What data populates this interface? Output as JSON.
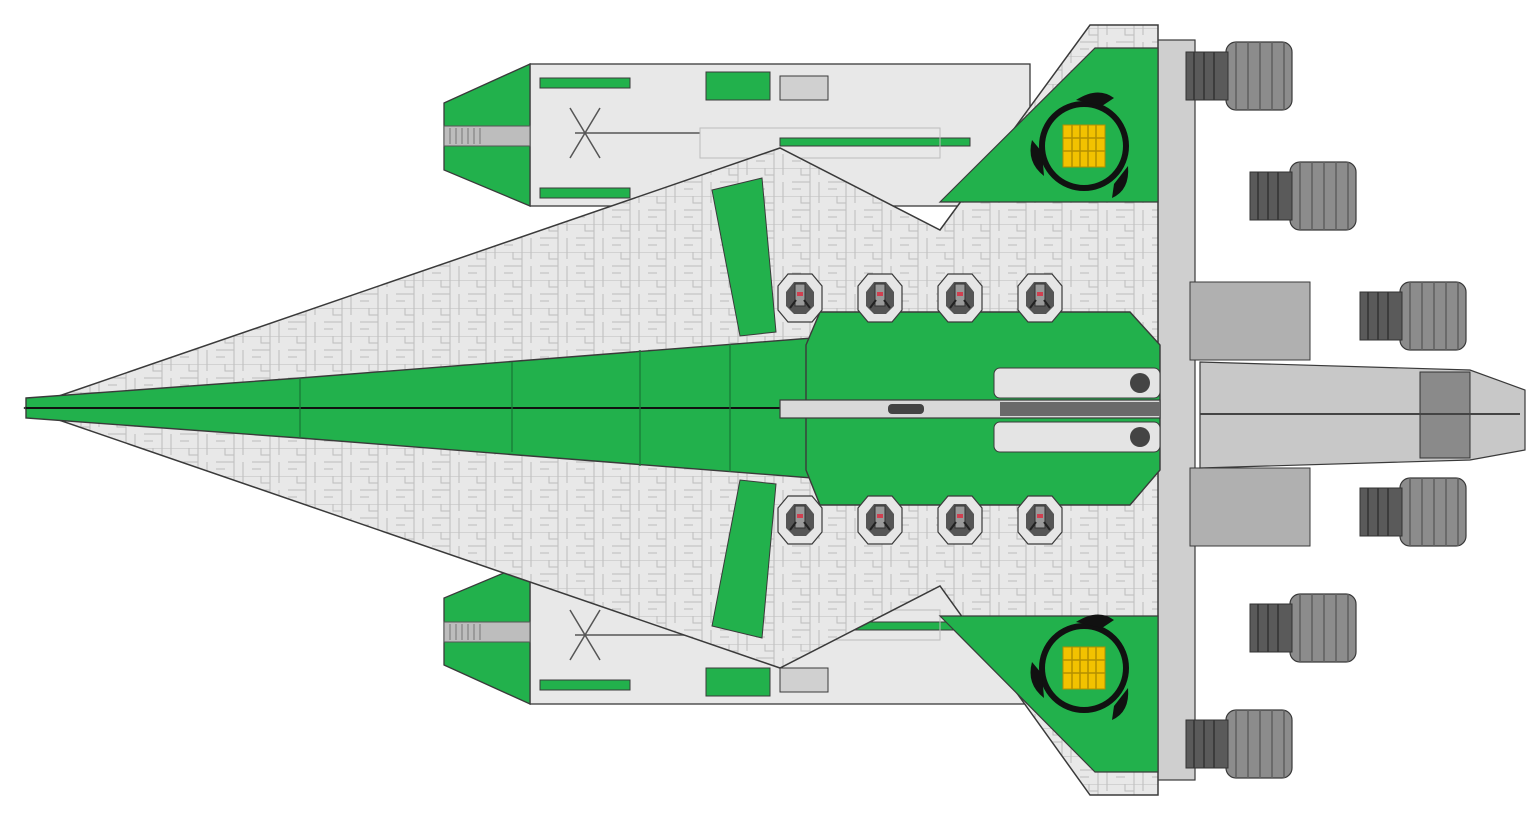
{
  "image": {
    "subject": "starship-top-view",
    "palette": {
      "background": "#ffffff",
      "hull_light": "#e8e8e8",
      "hull_panel_line": "#bdbdbd",
      "outline": "#3a3a3a",
      "accent_green": "#22b14c",
      "insignia_yellow": "#f2c200",
      "engine_dark": "#5a5a5a",
      "engine_mid": "#8c8c8c",
      "engine_light": "#b8b8b8"
    },
    "icons": {
      "insignia": "tri-claw-emblem-icon",
      "turret": "twin-turret-icon",
      "thruster": "engine-nozzle-icon"
    },
    "counts_shown": {
      "dorsal_turrets": 8,
      "main_thrusters": 6,
      "wing_pods": 2,
      "insignia_emblems": 2
    }
  }
}
